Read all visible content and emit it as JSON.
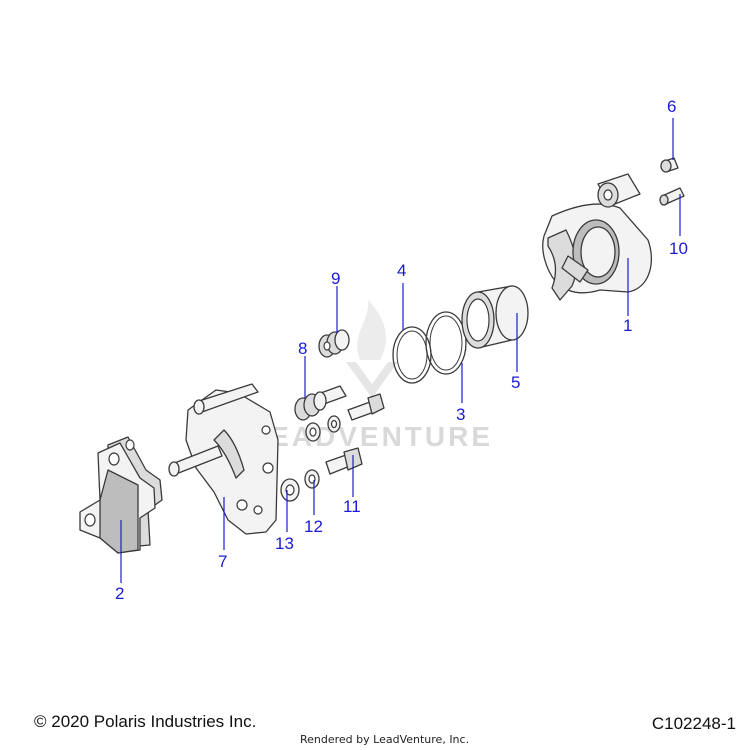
{
  "watermark": {
    "text": "LEADVENTURE",
    "color": "#d9d9d9"
  },
  "callouts": [
    {
      "id": "1",
      "label": "1"
    },
    {
      "id": "2",
      "label": "2"
    },
    {
      "id": "3",
      "label": "3"
    },
    {
      "id": "4",
      "label": "4"
    },
    {
      "id": "5",
      "label": "5"
    },
    {
      "id": "6",
      "label": "6"
    },
    {
      "id": "7",
      "label": "7"
    },
    {
      "id": "8",
      "label": "8"
    },
    {
      "id": "9",
      "label": "9"
    },
    {
      "id": "10",
      "label": "10"
    },
    {
      "id": "11",
      "label": "11"
    },
    {
      "id": "12",
      "label": "12"
    },
    {
      "id": "13",
      "label": "13"
    }
  ],
  "footer": {
    "copyright": "© 2020 Polaris Industries Inc.",
    "rendered_by": "Rendered by LeadVenture, Inc.",
    "document_number": "C102248-1"
  },
  "colors": {
    "callout": "#1a1ad6",
    "line": "#3a3a3a"
  }
}
